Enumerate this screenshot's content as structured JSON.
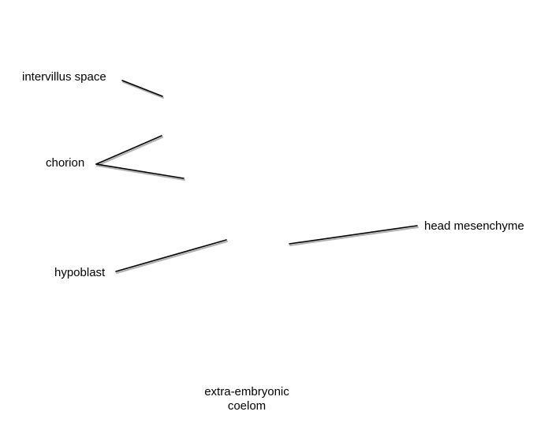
{
  "labels": {
    "intervillus_space": "intervillus space",
    "chorion": "chorion",
    "hypoblast": "hypoblast",
    "head_mesenchyme": "head mesenchyme",
    "extra_embryonic_line1": "extra-embryonic",
    "extra_embryonic_line2": "coelom"
  },
  "colors": {
    "line": "#000000",
    "shadow": "#b0b0b0",
    "background": "#ffffff"
  }
}
